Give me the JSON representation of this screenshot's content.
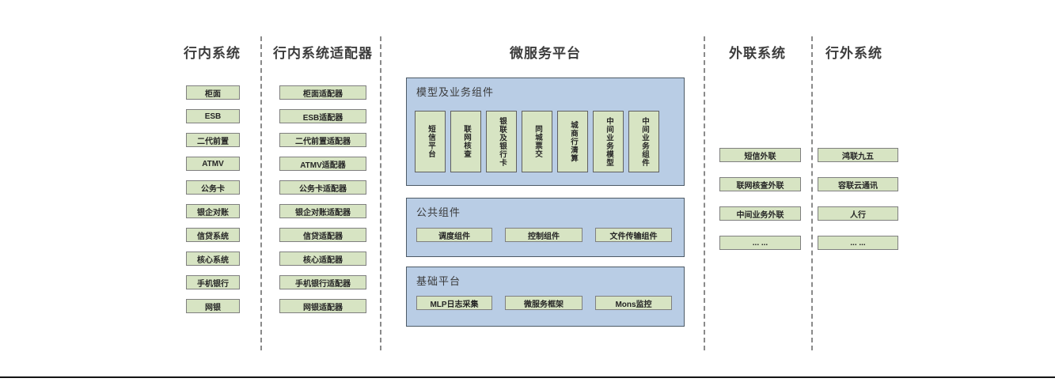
{
  "colors": {
    "green_fill": "#d7e4c3",
    "green_border": "#7f7f7f",
    "blue_fill": "#b9cde5",
    "blue_border": "#4d5a66",
    "dash_color": "#8a8a8a"
  },
  "lanes": {
    "internal": {
      "title": "行内系统",
      "items": [
        "柜面",
        "ESB",
        "二代前置",
        "ATMV",
        "公务卡",
        "银企对账",
        "信贷系统",
        "核心系统",
        "手机银行",
        "网银"
      ]
    },
    "adapters": {
      "title": "行内系统适配器",
      "items": [
        "柜面适配器",
        "ESB适配器",
        "二代前置适配器",
        "ATMV适配器",
        "公务卡适配器",
        "银企对账适配器",
        "信贷适配器",
        "核心适配器",
        "手机银行适配器",
        "网银适配器"
      ]
    },
    "platform": {
      "title": "微服务平台",
      "sections": [
        {
          "label": "模型及业务组件",
          "items": [
            "短信平台",
            "联网核查",
            "银联及银行卡",
            "同城票交",
            "城商行清算",
            "中间业务模型",
            "中间业务组件"
          ]
        },
        {
          "label": "公共组件",
          "items": [
            "调度组件",
            "控制组件",
            "文件传输组件"
          ]
        },
        {
          "label": "基础平台",
          "items": [
            "MLP日志采集",
            "微服务框架",
            "Mons监控"
          ]
        }
      ]
    },
    "outreach": {
      "title": "外联系统",
      "items": [
        "短信外联",
        "联网核查外联",
        "中间业务外联",
        "... ..."
      ]
    },
    "external": {
      "title": "行外系统",
      "items": [
        "鸿联九五",
        "容联云通讯",
        "人行",
        "... ..."
      ]
    }
  }
}
